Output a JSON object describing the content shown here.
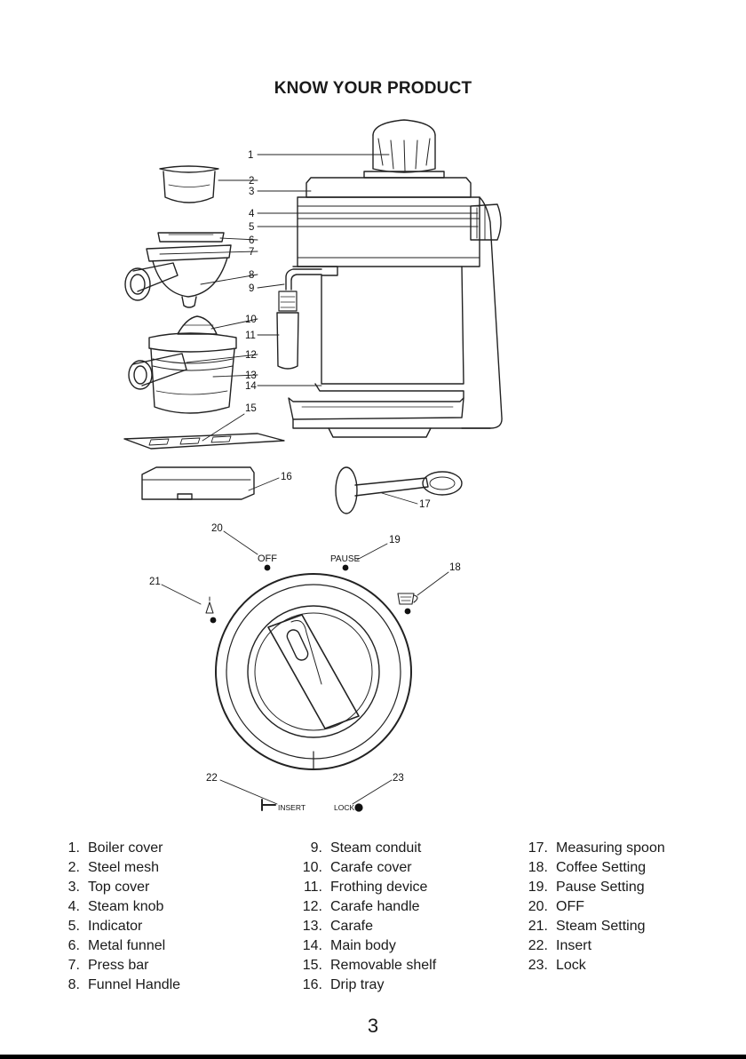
{
  "title": "KNOW YOUR PRODUCT",
  "diagram": {
    "callouts": [
      "1",
      "2",
      "3",
      "4",
      "5",
      "6",
      "7",
      "8",
      "9",
      "10",
      "11",
      "12",
      "13",
      "14",
      "15",
      "16",
      "17",
      "18",
      "19",
      "20",
      "21",
      "22",
      "23"
    ],
    "dial_labels": {
      "off": "OFF",
      "pause": "PAUSE",
      "insert": "INSERT",
      "lock": "LOCK"
    }
  },
  "parts": [
    {
      "num": "1.",
      "label": "Boiler cover"
    },
    {
      "num": "2.",
      "label": "Steel mesh"
    },
    {
      "num": "3.",
      "label": "Top cover"
    },
    {
      "num": "4.",
      "label": "Steam knob"
    },
    {
      "num": "5.",
      "label": "Indicator"
    },
    {
      "num": "6.",
      "label": "Metal funnel"
    },
    {
      "num": "7.",
      "label": "Press bar"
    },
    {
      "num": "8.",
      "label": "Funnel Handle"
    },
    {
      "num": "9.",
      "label": "Steam conduit"
    },
    {
      "num": "10.",
      "label": "Carafe cover"
    },
    {
      "num": "11.",
      "label": "Frothing device"
    },
    {
      "num": "12.",
      "label": "Carafe handle"
    },
    {
      "num": "13.",
      "label": "Carafe"
    },
    {
      "num": "14.",
      "label": "Main body"
    },
    {
      "num": "15.",
      "label": "Removable shelf"
    },
    {
      "num": "16.",
      "label": "Drip tray"
    },
    {
      "num": "17.",
      "label": "Measuring spoon"
    },
    {
      "num": "18.",
      "label": "Coffee Setting"
    },
    {
      "num": "19.",
      "label": "Pause Setting"
    },
    {
      "num": "20.",
      "label": "OFF"
    },
    {
      "num": "21.",
      "label": "Steam Setting"
    },
    {
      "num": "22.",
      "label": "Insert"
    },
    {
      "num": "23.",
      "label": "Lock"
    }
  ],
  "page_number": "3"
}
